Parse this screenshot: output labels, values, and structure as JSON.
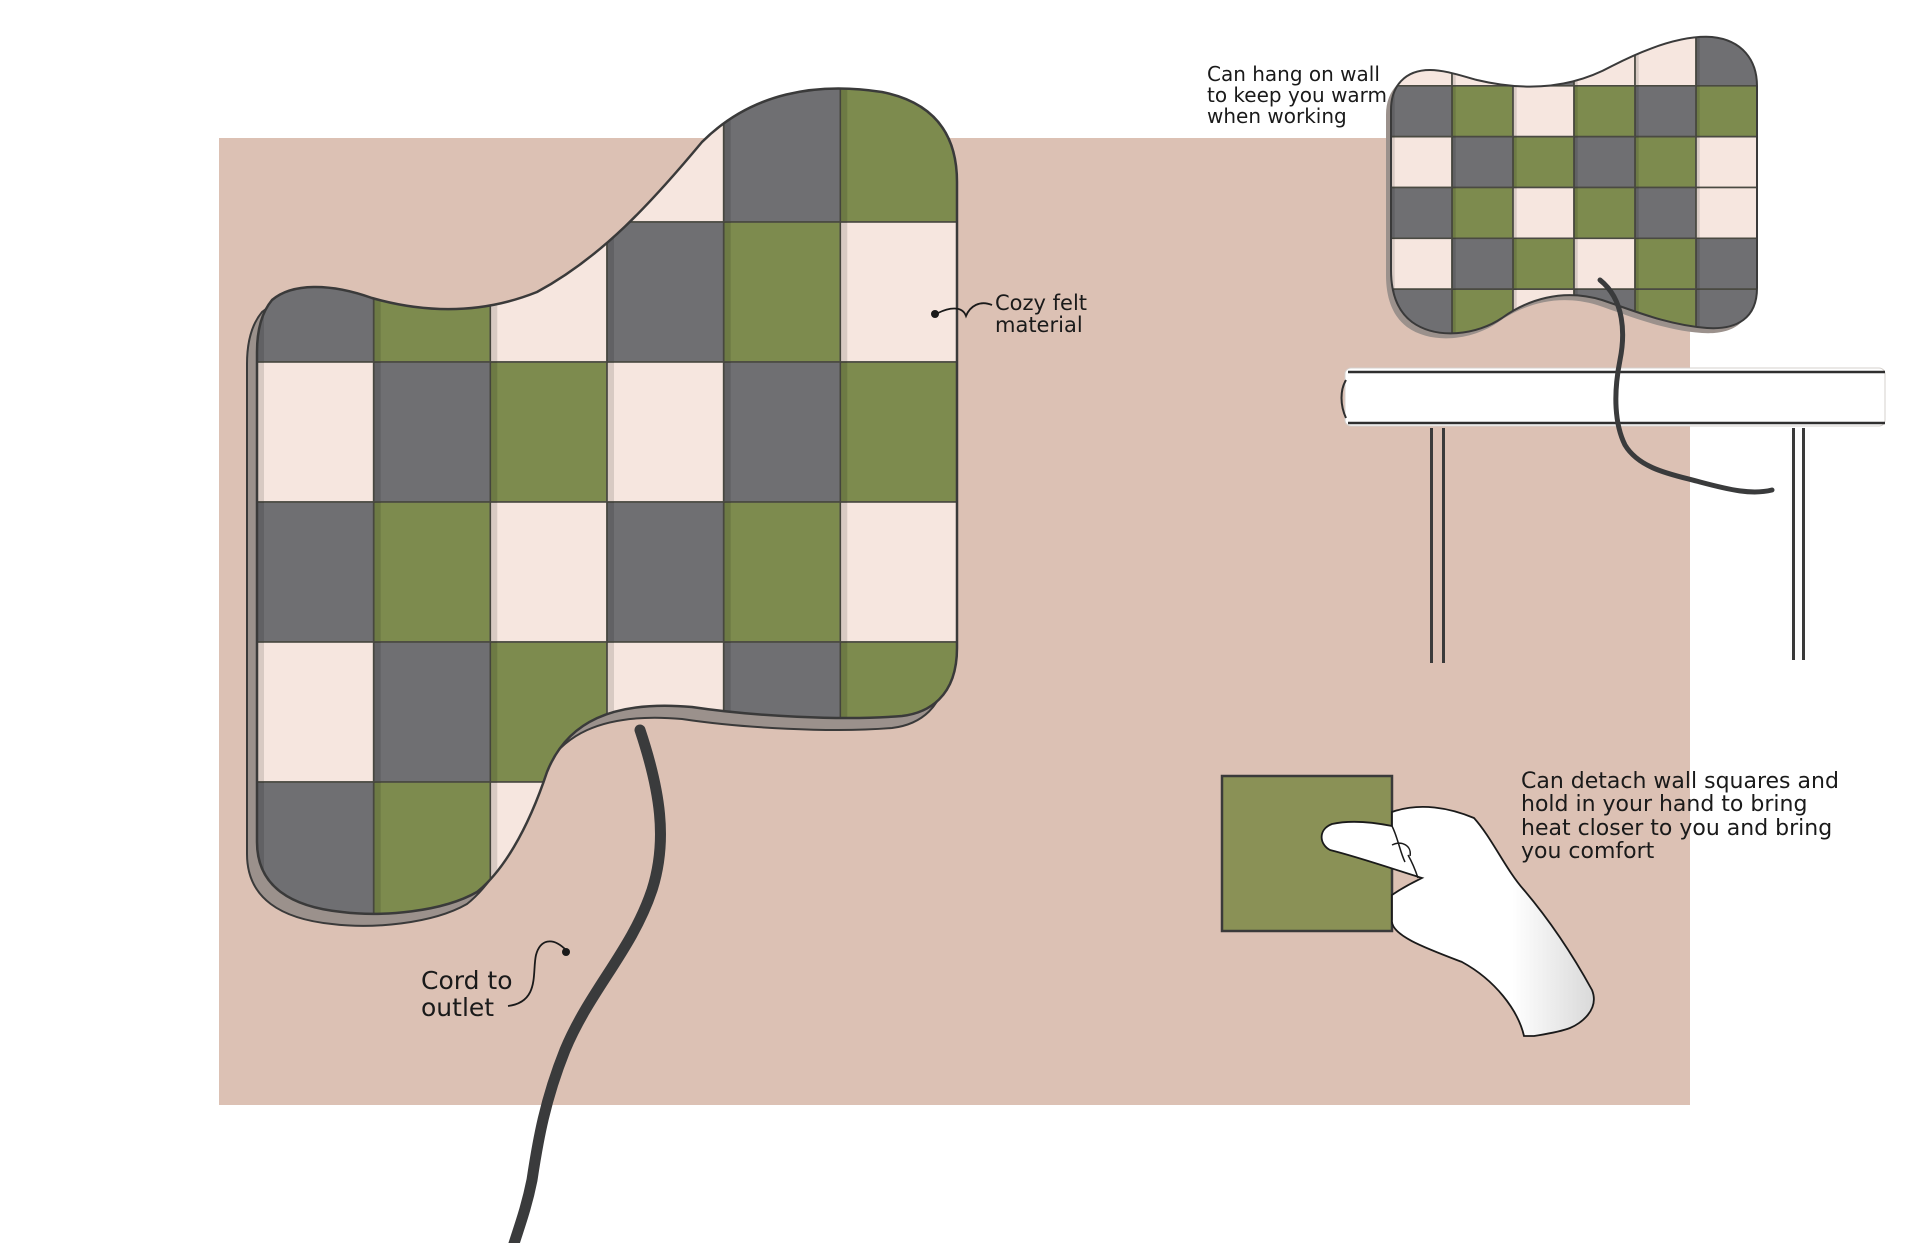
{
  "annotations": {
    "cozy_felt": [
      "Cozy felt",
      "material"
    ],
    "cord": [
      "Cord to",
      "outlet"
    ],
    "hang": [
      "Can hang on wall",
      "to keep you warm",
      "when working"
    ],
    "detach": [
      "Can detach wall squares and",
      "hold in your hand to bring",
      "heat closer to you and bring",
      "you comfort"
    ]
  },
  "colors": {
    "backdrop": "#dcc1b4",
    "felt_cream": "#f6e6df",
    "felt_gray": "#6f6f72",
    "felt_olive": "#7d8b4e",
    "cord": "#3a3b3c",
    "desk": "#ffffff",
    "outline": "#3a3a3a"
  },
  "panel_pattern": [
    [
      "cream",
      "gray",
      "olive",
      "cream",
      "gray",
      "olive"
    ],
    [
      "gray",
      "olive",
      "cream",
      "gray",
      "olive",
      "cream"
    ],
    [
      "cream",
      "gray",
      "olive",
      "cream",
      "gray",
      "olive"
    ],
    [
      "gray",
      "olive",
      "cream",
      "gray",
      "olive",
      "cream"
    ],
    [
      "cream",
      "gray",
      "olive",
      "cream",
      "gray",
      "olive"
    ],
    [
      "gray",
      "olive",
      "cream",
      "gray",
      "olive",
      "cream"
    ]
  ],
  "small_panel_pattern": [
    [
      "cream",
      "cream",
      "gray",
      "cream",
      "cream",
      "gray"
    ],
    [
      "gray",
      "olive",
      "cream",
      "olive",
      "gray",
      "olive"
    ],
    [
      "cream",
      "gray",
      "olive",
      "gray",
      "olive",
      "cream"
    ],
    [
      "gray",
      "olive",
      "cream",
      "olive",
      "gray",
      "cream"
    ],
    [
      "cream",
      "gray",
      "olive",
      "cream",
      "olive",
      "gray"
    ],
    [
      "gray",
      "olive",
      "cream",
      "gray",
      "olive",
      "gray"
    ]
  ],
  "icons": [
    "felt-panel-illustration",
    "power-cord-illustration",
    "desk-illustration",
    "hand-illustration",
    "felt-square-illustration"
  ]
}
